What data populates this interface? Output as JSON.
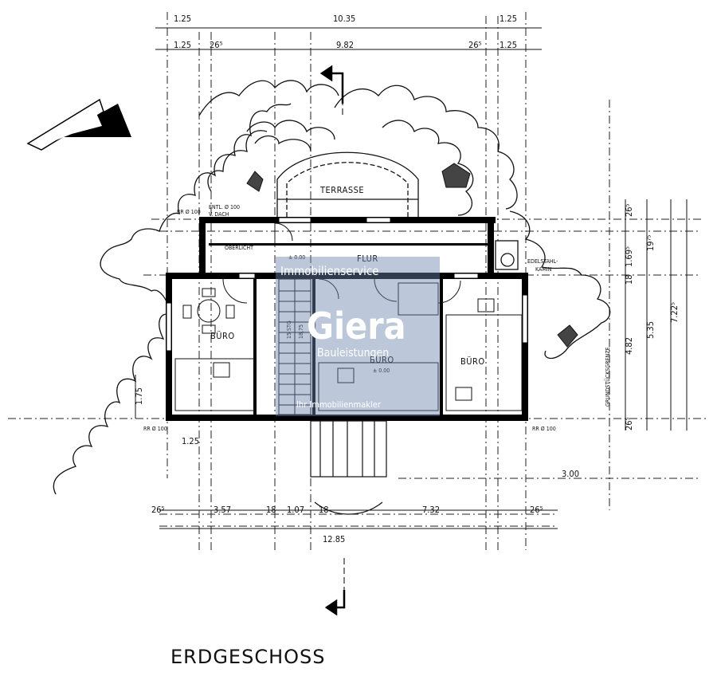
{
  "title": "ERDGESCHOSS",
  "rooms": {
    "terrace": "TERRASSE",
    "hall": "FLUR",
    "office_left": "BÜRO",
    "office_center": "BÜRO",
    "office_right": "BÜRO",
    "skylight": "OBERLICHT",
    "chimney": "EDELSTAHL-\nKAMIN",
    "chimney_l1": "EDELSTAHL-",
    "chimney_l2": "KAMIN",
    "property_line": "GRUNDSTÜCKSGRENZE"
  },
  "levels": {
    "hall": "± 0.00",
    "office_center": "± 0.00",
    "stairs_count": "15 STG",
    "stairs_size": "18,75"
  },
  "notes": {
    "rr_top": "RR Ø 100",
    "entl": "ENTL. Ø 100",
    "vdach": "V. DACH",
    "rr_bottom_left": "RR Ø 100",
    "rr_bottom_right": "RR Ø 100"
  },
  "dims_top": {
    "row1_left": "1.25",
    "row1_center": "10.35",
    "row1_right": "1.25",
    "row2_left_a": "1.25",
    "row2_left_b": "26⁵",
    "row2_center": "9.82",
    "row2_right_a": "26⁵",
    "row2_right_b": "1.25"
  },
  "dims_bottom": {
    "a": "26⁵",
    "b": "3.57",
    "c": "18",
    "d": "1.07",
    "e": "18",
    "f": "7.32",
    "g": "26⁵",
    "total": "12.85",
    "offset": "3.00",
    "left_small": "1.25"
  },
  "dims_right": {
    "a": "26⁵",
    "b": "1.69⁵",
    "c": "19⁷⁵",
    "d": "18",
    "e": "4.82",
    "f": "5.35",
    "g": "7.22⁵",
    "h": "26⁵"
  },
  "dims_left": {
    "a": "1.75"
  },
  "watermark": {
    "line1": "Immobilienservice",
    "brand": "Giera",
    "line2": "Bauleistungen",
    "line3": "Ihr Immobilienmakler"
  }
}
